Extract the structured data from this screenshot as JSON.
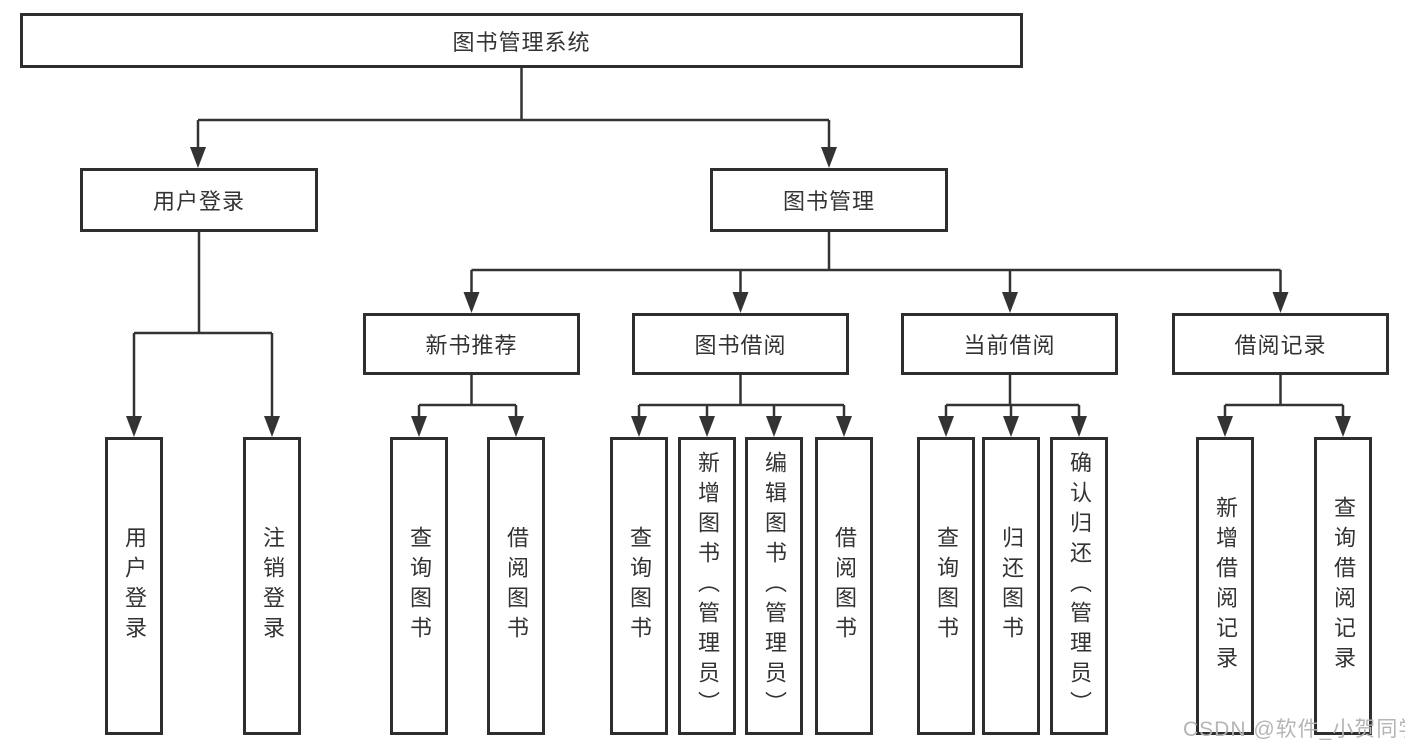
{
  "tree": {
    "root": {
      "label": "图书管理系统",
      "children": [
        {
          "label": "用户登录",
          "children": [
            {
              "label": "用户登录"
            },
            {
              "label": "注销登录"
            }
          ]
        },
        {
          "label": "图书管理",
          "children": [
            {
              "label": "新书推荐",
              "children": [
                {
                  "label": "查询图书"
                },
                {
                  "label": "借阅图书"
                }
              ]
            },
            {
              "label": "图书借阅",
              "children": [
                {
                  "label": "查询图书"
                },
                {
                  "label": "新增图书（管理员）"
                },
                {
                  "label": "编辑图书（管理员）"
                },
                {
                  "label": "借阅图书"
                }
              ]
            },
            {
              "label": "当前借阅",
              "children": [
                {
                  "label": "查询图书"
                },
                {
                  "label": "归还图书"
                },
                {
                  "label": "确认归还（管理员）"
                }
              ]
            },
            {
              "label": "借阅记录",
              "children": [
                {
                  "label": "新增借阅记录"
                },
                {
                  "label": "查询借阅记录"
                }
              ]
            }
          ]
        }
      ]
    }
  },
  "colors": {
    "line": "#333333",
    "border": "#2e2e2e",
    "text": "#333333",
    "watermark": "#b5b5b5"
  },
  "watermark": {
    "text": "CSDN @软件_小贺同学"
  }
}
